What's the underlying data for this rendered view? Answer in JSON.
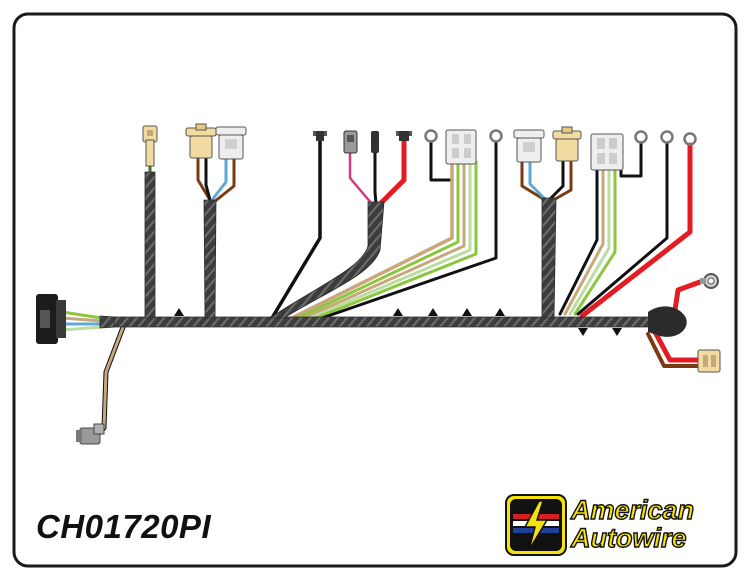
{
  "part_number": "CH01720PI",
  "brand": {
    "line1": "American",
    "line2": "Autowire",
    "logo_colors": {
      "yellow": "#f6e20a",
      "red": "#d81f26",
      "blue": "#1f3f9a",
      "black": "#111111"
    }
  },
  "colors": {
    "frame": "#1a1a1a",
    "loom": "#3c3c3c",
    "loom_stripe": "#6b6b6b",
    "red": "#e31b23",
    "black": "#111111",
    "brown": "#7a3b12",
    "tan": "#c9a77c",
    "green": "#8cc63f",
    "light_green": "#b9dea0",
    "blue": "#5aa9d6",
    "pink": "#d23b7a",
    "white": "#ffffff",
    "connector_white": "#eeeeee",
    "connector_cream": "#f2dba0",
    "connector_grey": "#9a9a9a",
    "grommet": "#2b2b2b"
  }
}
